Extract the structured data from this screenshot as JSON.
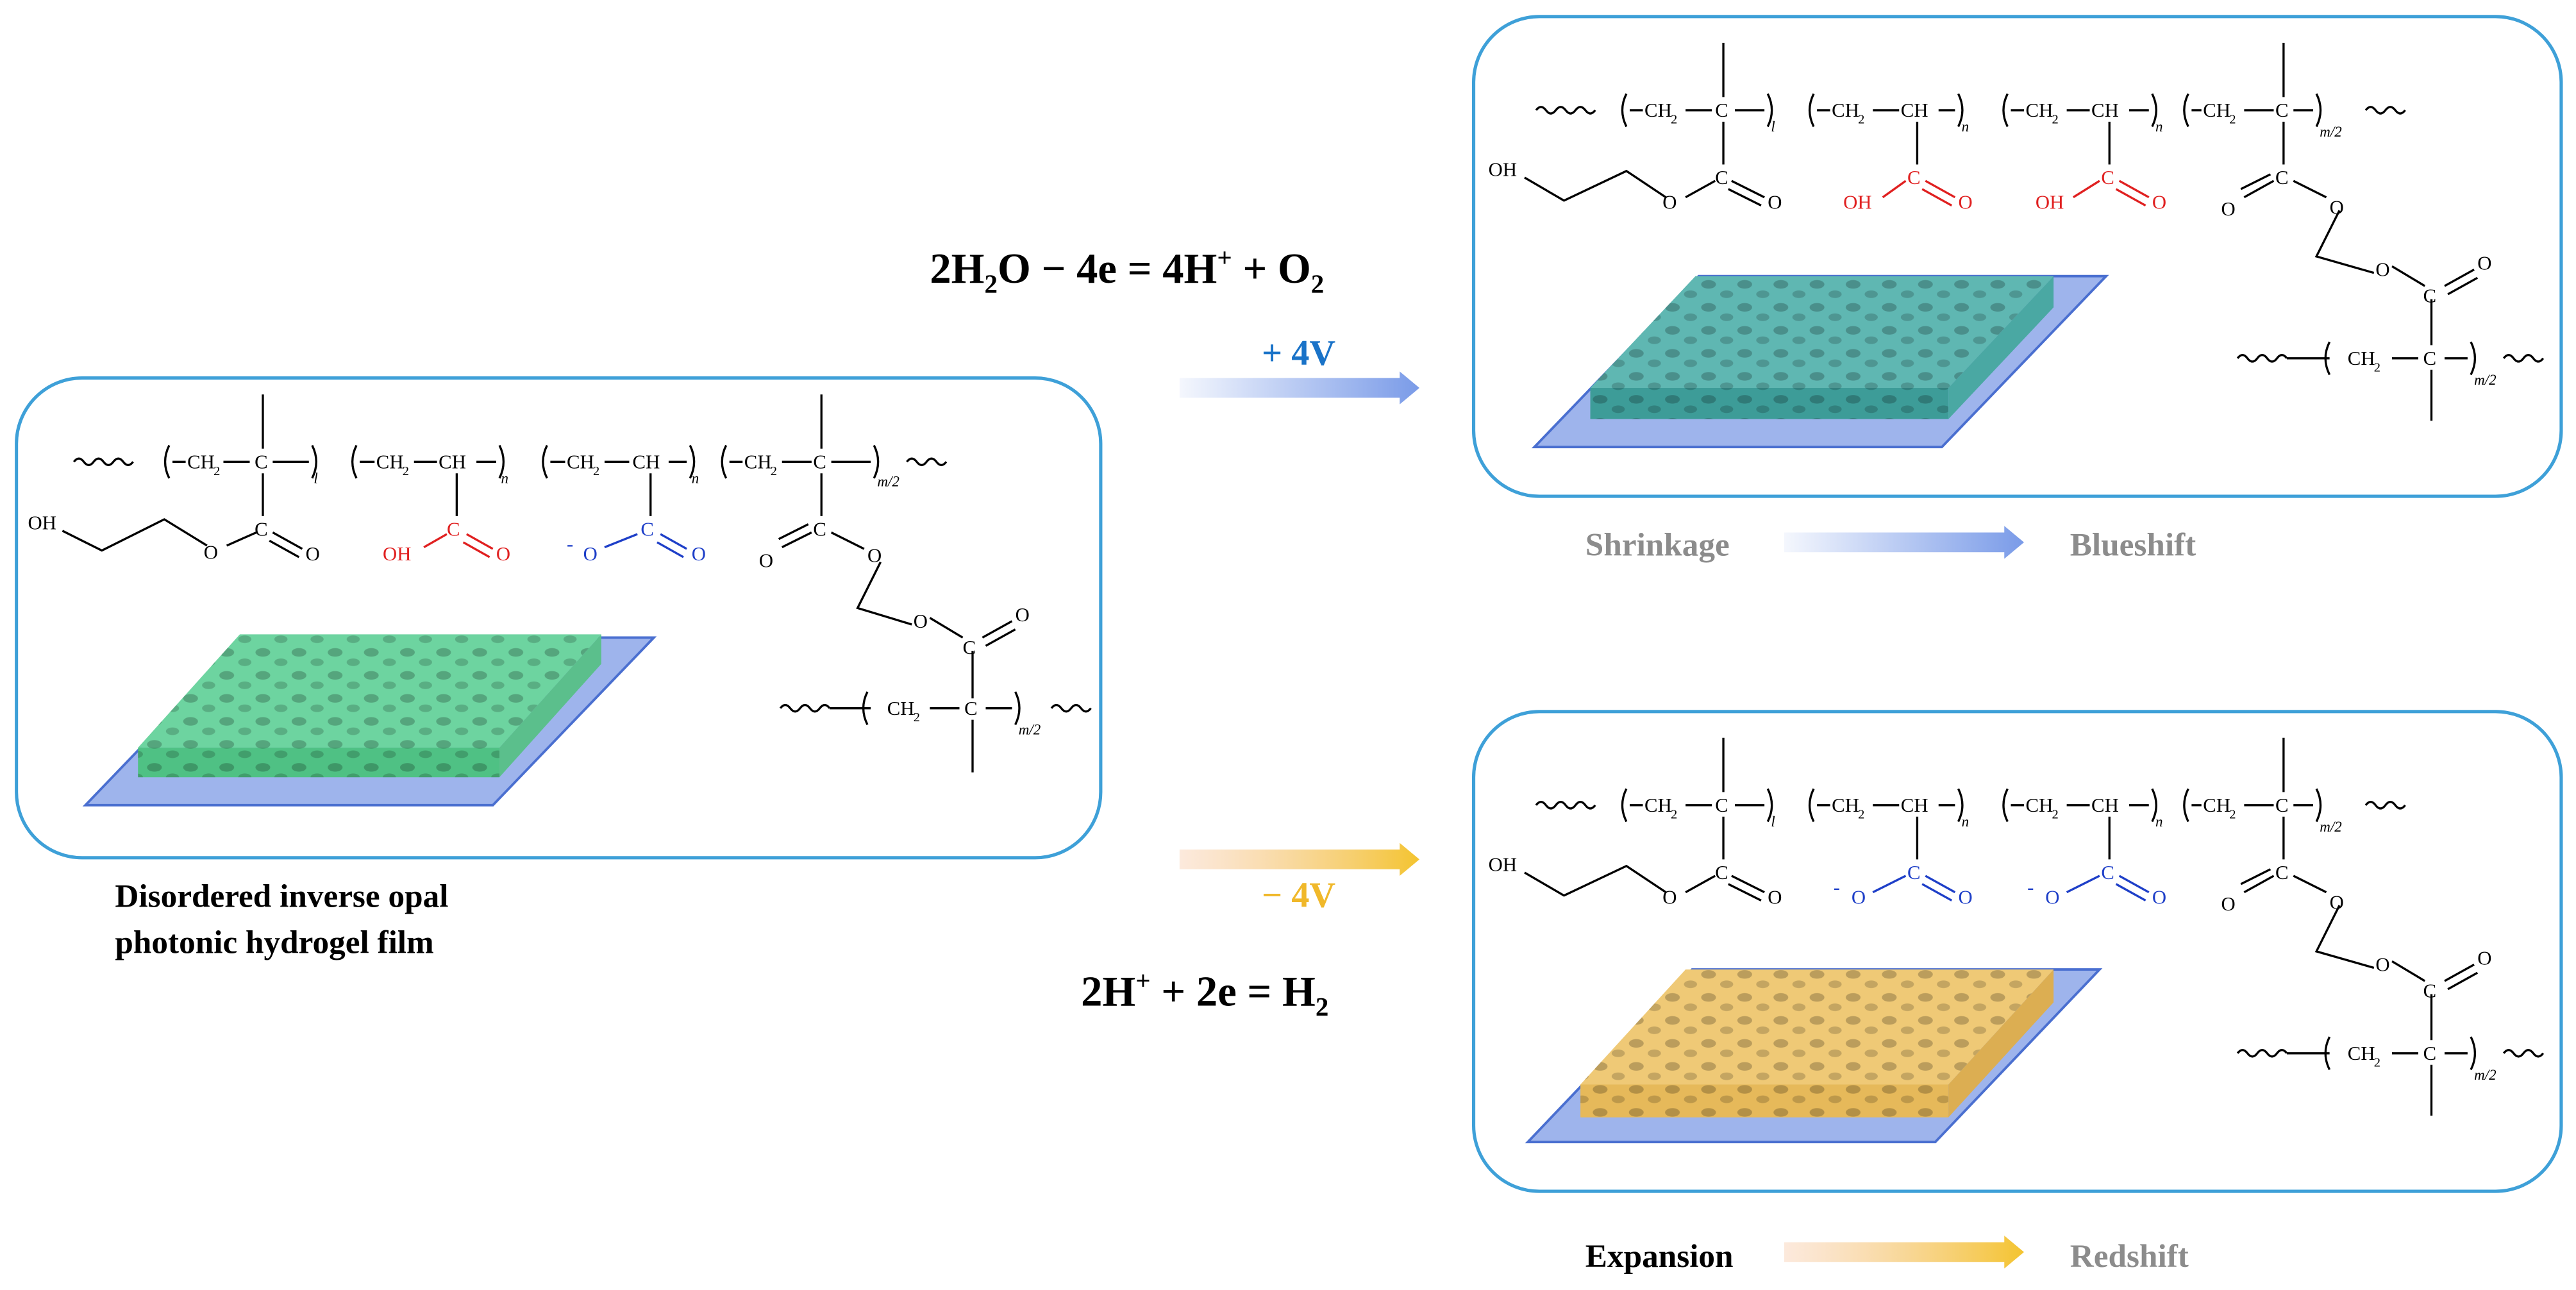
{
  "colors": {
    "frame": "#3ea0d8",
    "blue_text": "#1a73c8",
    "red": "#e02020",
    "anion_blue": "#1e3fc8",
    "green_film": "#6dd4a0",
    "teal_film": "#3d9c98",
    "amber_film": "#e6b95a",
    "substrate": "#9eb4ec",
    "grey_label": "#8c8c8c",
    "gold": "#f0b82a",
    "arrow_blue": "#7a9be8"
  },
  "icons": {
    "film_left": "green-porous-film-icon",
    "film_top": "teal-porous-film-icon",
    "film_bottom": "amber-porous-film-icon"
  },
  "labels": {
    "caption_line1": "Disordered inverse opal",
    "caption_line2": "photonic hydrogel film",
    "plus_voltage": "+ 4V",
    "minus_voltage": "− 4V",
    "shrinkage": "Shrinkage",
    "blueshift": "Blueshift",
    "expansion": "Expansion",
    "redshift": "Redshift"
  },
  "equations": {
    "oxidation": {
      "a": "2H",
      "a_sub": "2",
      "b": "O  −  4e  =  4H",
      "b_sup": "+",
      "c": " + O",
      "c_sub": "2"
    },
    "reduction": {
      "a": "2H",
      "a_sup": "+",
      "b": " + 2e  =  H",
      "b_sub": "2"
    }
  },
  "chem": {
    "ch2": "CH",
    "sub2": "2",
    "c": "C",
    "ch": "CH",
    "o": "O",
    "oh": "OH",
    "minus": "-",
    "l": "l",
    "n": "n",
    "m2": "m/2"
  }
}
